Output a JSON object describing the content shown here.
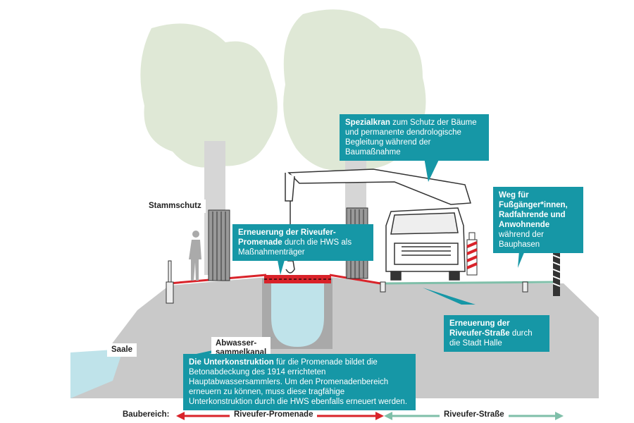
{
  "labels": {
    "stammschutz": "Stammschutz",
    "saale": "Saale",
    "abwasser": "Abwasser-\nsammelkanal"
  },
  "callouts": {
    "kran": {
      "bold": "Spezialkran",
      "rest": " zum Schutz der Bäume und permanente dendrologische Begleitung während der Baumaßnahme"
    },
    "weg": {
      "bold": "Weg für Fußgänger*innen, Radfahrende und Anwohnende",
      "rest": " während der Bauphasen"
    },
    "promenade": {
      "bold": "Erneuerung der Riveufer-Promenade",
      "rest": " durch die HWS als Maßnahmenträger"
    },
    "strasse": {
      "bold": "Erneuerung der Riveufer-Straße",
      "rest": " durch die Stadt Halle"
    },
    "unterkonstruktion": {
      "bold": "Die Unterkonstruktion",
      "rest": " für die Promenade bildet die Betonabdeckung des 1914 errichteten Hauptabwassersammlers. Um den Promenadenbereich erneuern zu können, muss diese tragfähige Unterkonstruktion durch die HWS ebenfalls erneuert werden."
    }
  },
  "legend": {
    "title": "Baubereich:",
    "promenade": "Riveufer-Promenade",
    "strasse": "Riveufer-Straße"
  },
  "colors": {
    "teal": "#1697a6",
    "red": "#d9232a",
    "green_line": "#7fbfa9",
    "ground": "#c9c9c9",
    "water": "#bfe3ea",
    "tree": "#dfe8d6"
  }
}
